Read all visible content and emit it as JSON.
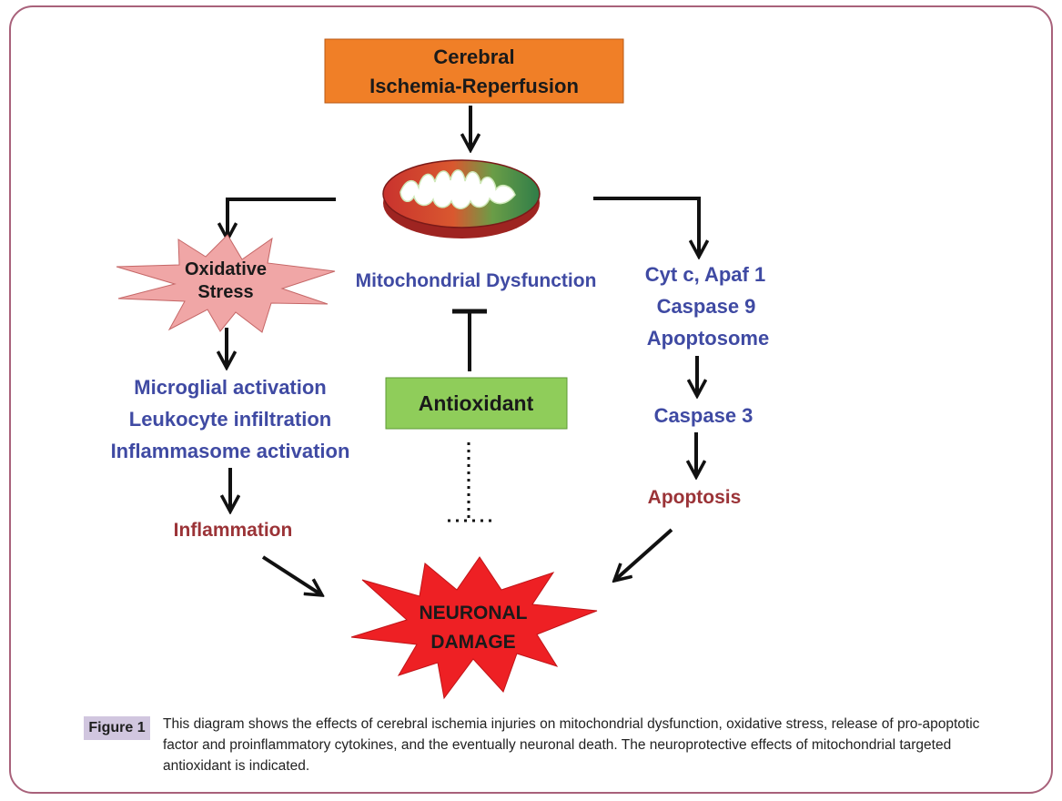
{
  "nodes": {
    "ischemia": {
      "line1": "Cerebral",
      "line2": "Ischemia-Reperfusion"
    },
    "oxidative_stress": {
      "line1": "Oxidative",
      "line2": "Stress"
    },
    "mito_dysfunction": "Mitochondrial Dysfunction",
    "apoptotic_factors": {
      "line1": "Cyt c, Apaf 1",
      "line2": "Caspase 9",
      "line3": "Apoptosome"
    },
    "caspase3": "Caspase 3",
    "apoptosis": "Apoptosis",
    "inflammatory": {
      "line1": "Microglial activation",
      "line2": "Leukocyte infiltration",
      "line3": "Inflammasome activation"
    },
    "inflammation": "Inflammation",
    "antioxidant": "Antioxidant",
    "neuronal_damage": {
      "line1": "NEURONAL",
      "line2": "DAMAGE"
    }
  },
  "caption": {
    "tag": "Figure 1",
    "text": "This diagram shows the effects of cerebral ischemia injuries on mitochondrial dysfunction, oxidative stress, release of pro-apoptotic factor and proinflammatory cytokines, and the eventually neuronal death. The neuroprotective effects of mitochondrial targeted antioxidant is indicated."
  },
  "colors": {
    "ischemia_box": "#f07f27",
    "antioxidant_box": "#8fcd5a",
    "oxidative_star": "#f0a6a6",
    "damage_star": "#ee2024",
    "label_blue": "#3f4aa3",
    "label_red": "#9b3337",
    "frame": "#a8617a",
    "figure_tag": "#d1c6df"
  }
}
